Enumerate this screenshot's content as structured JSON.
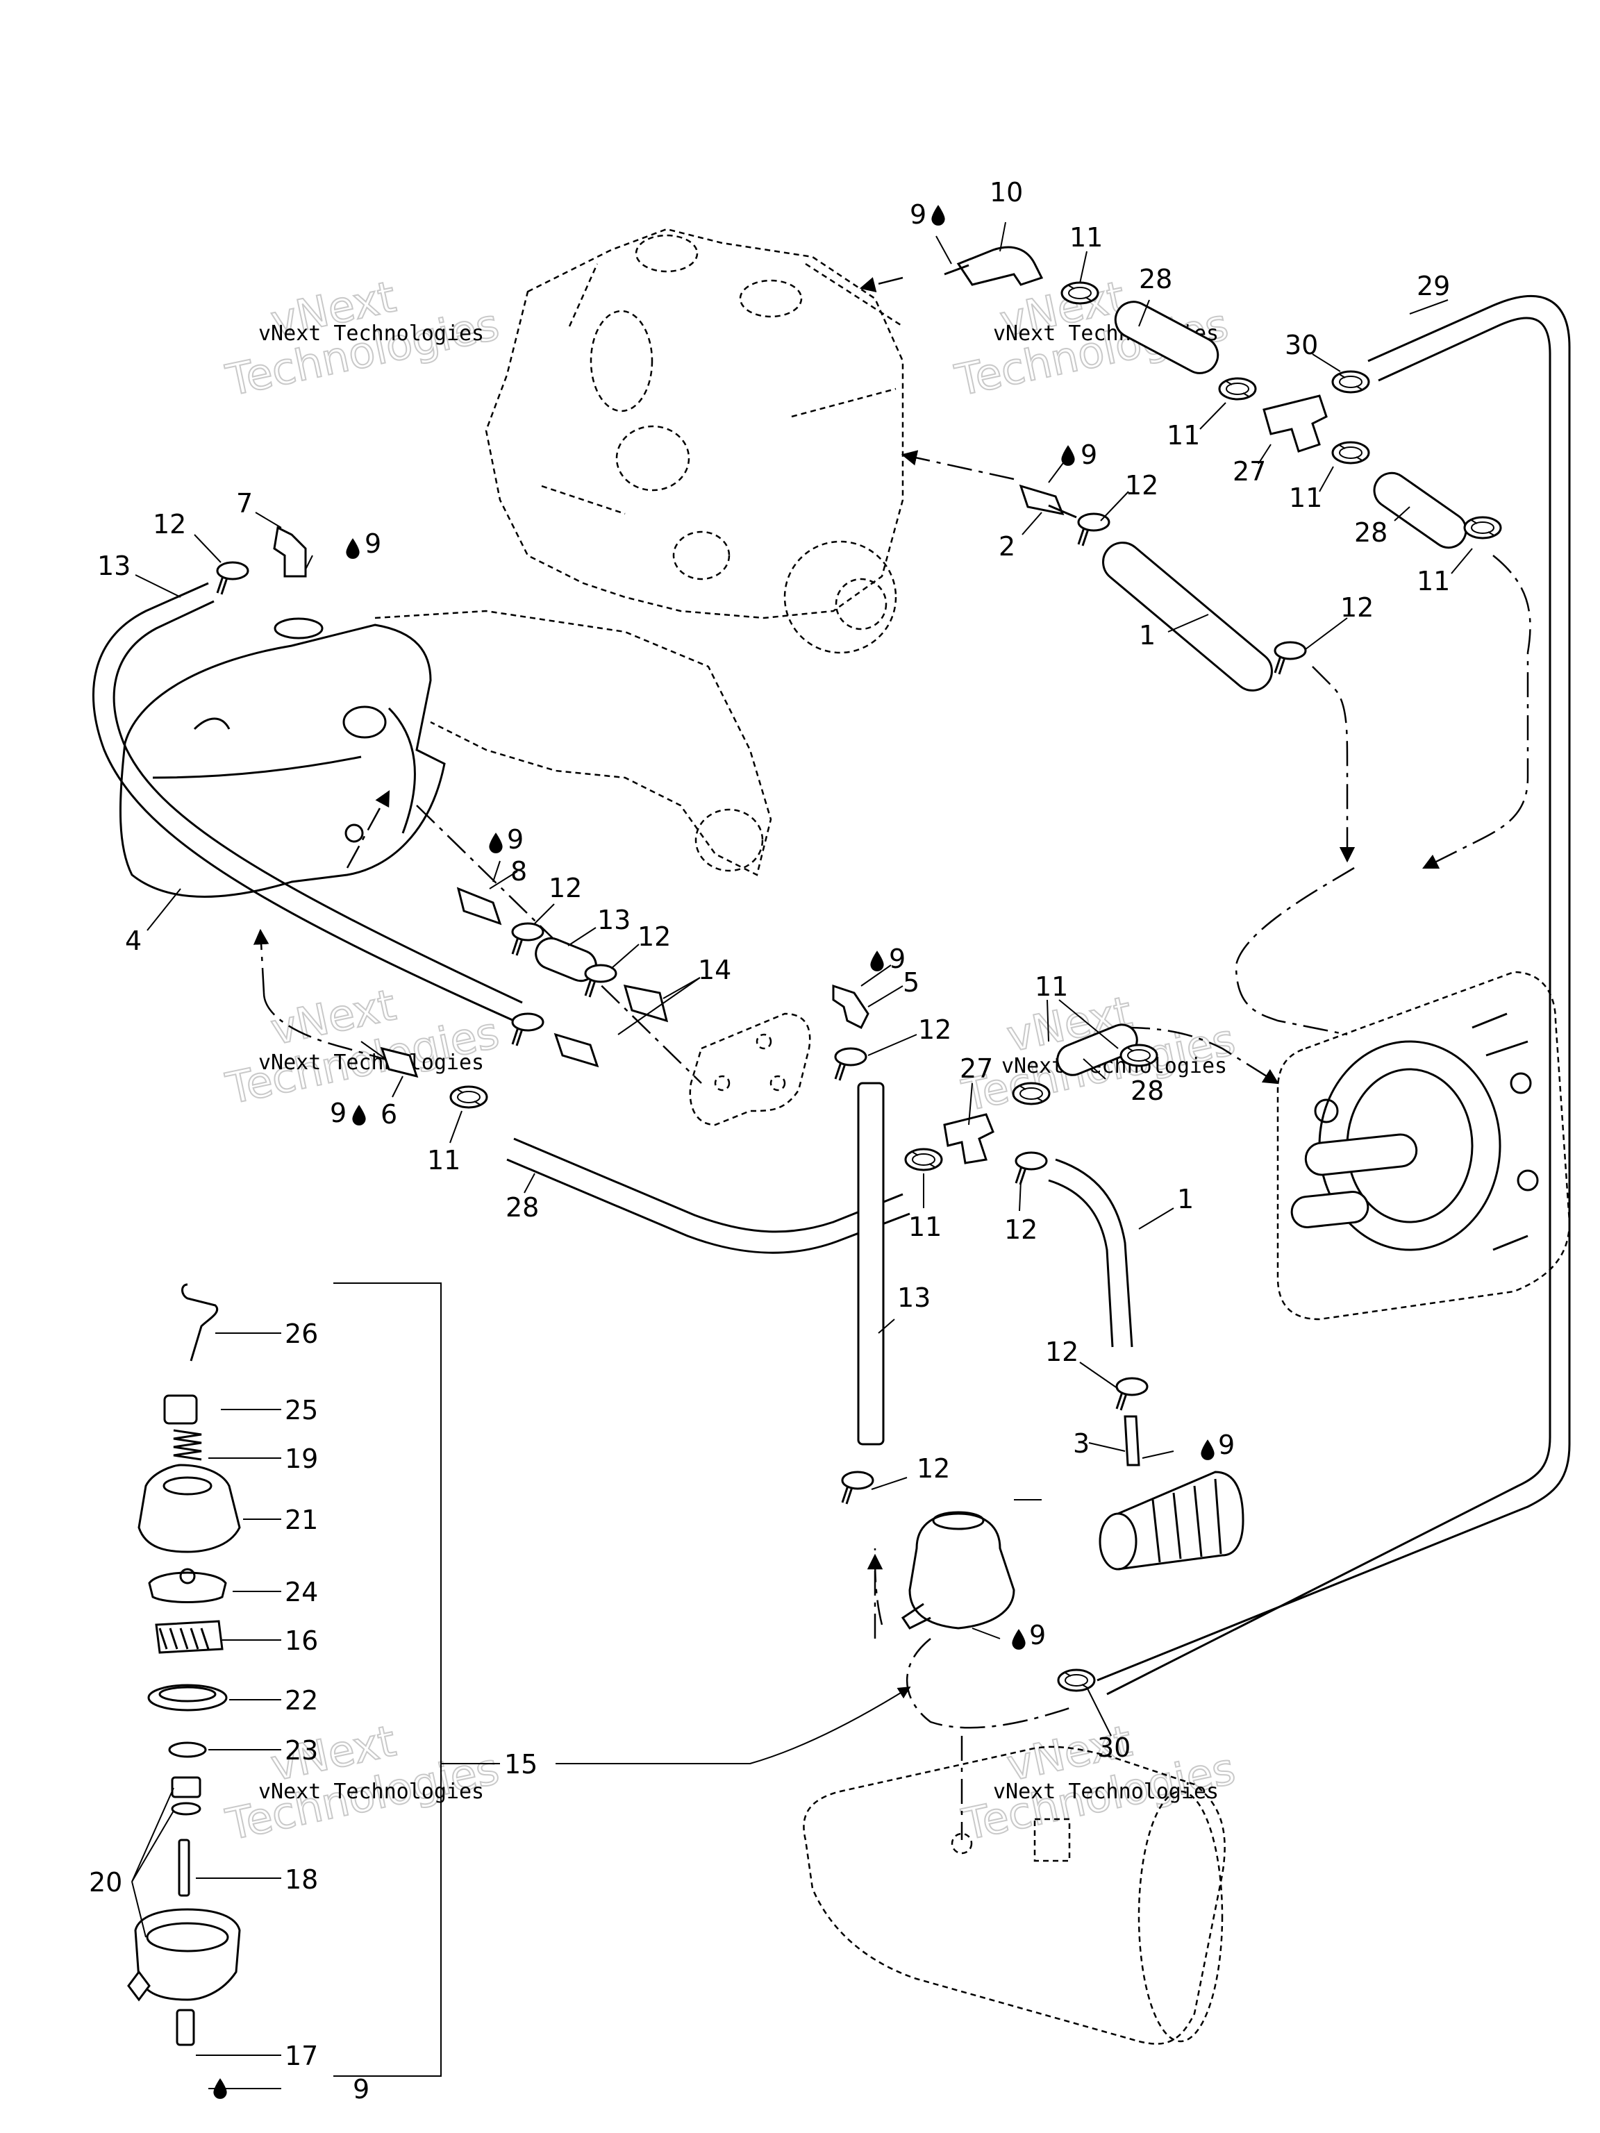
{
  "callouts": {
    "c9_top": "9",
    "c10": "10",
    "c11_a": "11",
    "c28_a": "28",
    "c29": "29",
    "c30_a": "30",
    "c11_b": "11",
    "c27_a": "27",
    "c11_c": "11",
    "c28_b": "28",
    "c11_d": "11",
    "c9_b": "9",
    "c12_a": "12",
    "c2": "2",
    "c1_a": "1",
    "c12_b": "12",
    "c7": "7",
    "c12_c": "12",
    "c13_a": "13",
    "c9_c": "9",
    "c9_d": "9",
    "c8": "8",
    "c12_d": "12",
    "c13_b": "13",
    "c12_e": "12",
    "c14": "14",
    "c4": "4",
    "c9_e": "9",
    "c6": "6",
    "c11_e": "11",
    "c28_c": "28",
    "c9_f": "9",
    "c5": "5",
    "c12_f": "12",
    "c27_b": "27",
    "c11_f": "11",
    "c28_d": "28",
    "c11_g": "11",
    "c12_g": "12",
    "c1_b": "1",
    "c13_c": "13",
    "c12_h": "12",
    "c3": "3",
    "c9_g": "9",
    "c12_i": "12",
    "c9_h": "9",
    "c30_b": "30",
    "c26": "26",
    "c25": "25",
    "c19": "19",
    "c21": "21",
    "c24": "24",
    "c16": "16",
    "c22": "22",
    "c23": "23",
    "c15": "15",
    "c20": "20",
    "c18": "18",
    "c17": "17",
    "c9_i": "9"
  },
  "watermark": {
    "line1": "vNext",
    "line2": "Technologies",
    "small": "vNext Technologies"
  },
  "icons": {
    "fluid": "oil-drop-icon",
    "flow": "flow-arrow-icon"
  }
}
